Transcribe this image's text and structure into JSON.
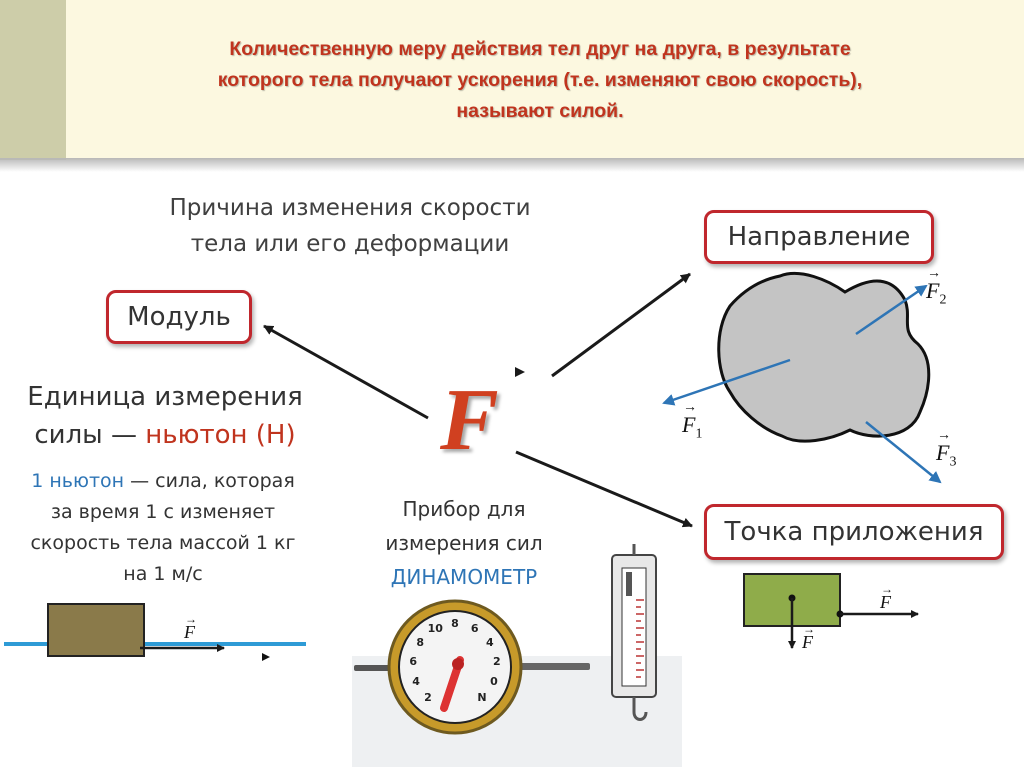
{
  "title": {
    "line1": "Количественную меру действия тел друг на друга, в результате",
    "line2": "которого тела получают ускорения (т.е. изменяют свою скорость),",
    "line3": "называют силой."
  },
  "cause": {
    "line1": "Причина изменения скорости",
    "line2": "тела или его деформации"
  },
  "center_symbol": "F",
  "modulus": {
    "label": "Модуль"
  },
  "direction": {
    "label": "Направление"
  },
  "application": {
    "label": "Точка приложения"
  },
  "unit": {
    "line1": "Единица измерения",
    "line2_prefix": "силы — ",
    "line2_red": "ньютон (Н)",
    "def_blue": "1 ньютон",
    "def_rest": " — сила, которая",
    "def_line2": "за время 1 с изменяет",
    "def_line3": "скорость тела массой 1 кг",
    "def_line4": "на 1 м/с"
  },
  "device": {
    "line1": "Прибор для",
    "line2": "измерения сил",
    "name": "ДИНАМОМЕТР"
  },
  "vectors": {
    "f": "F",
    "f1_sub": "1",
    "f2_sub": "2",
    "f3_sub": "3"
  },
  "dial_numbers": [
    "2",
    "4",
    "6",
    "8",
    "10",
    "8",
    "6",
    "4",
    "2",
    "0",
    "N"
  ],
  "colors": {
    "accent_red": "#c0272d",
    "title_red": "#c0341e",
    "blue": "#2e75b6",
    "blob": "#c4c4c4",
    "brick": "#8a7a4a",
    "green_block": "#8fac4a"
  }
}
